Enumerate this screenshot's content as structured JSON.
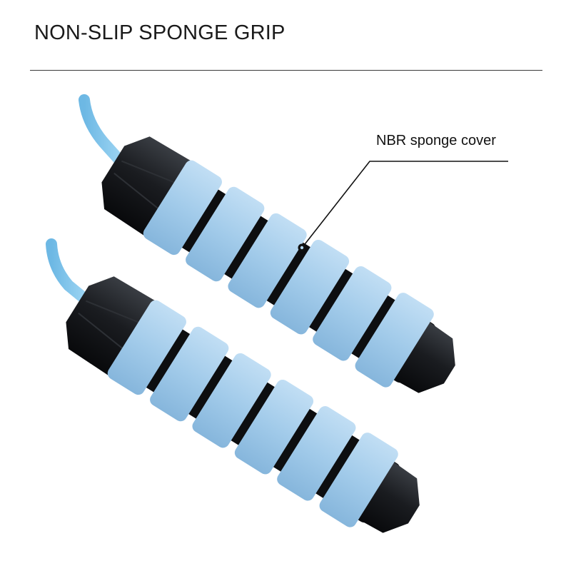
{
  "header": {
    "title": "NON-SLIP SPONGE GRIP"
  },
  "callout": {
    "label": "NBR sponge cover"
  },
  "colors": {
    "sponge": "#9cc8e8",
    "sponge_light": "#b4d8f2",
    "sponge_dark": "#7fb0d6",
    "cord": "#7fc4ea",
    "handle_black": "#141619",
    "background": "#ffffff"
  },
  "product": {
    "handles": 2,
    "sponge_rings_per_handle": 6
  }
}
